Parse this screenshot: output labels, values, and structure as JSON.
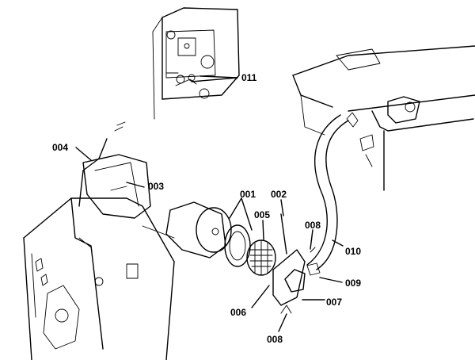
{
  "callouts": {
    "c011": "011",
    "c004": "004",
    "c003": "003",
    "c001": "001",
    "c002": "002",
    "c005": "005",
    "c008_top": "008",
    "c010": "010",
    "c009": "009",
    "c007": "007",
    "c006": "006",
    "c008_bottom": "008"
  },
  "colors": {
    "ink": "#000000",
    "paper": "#ffffff"
  }
}
